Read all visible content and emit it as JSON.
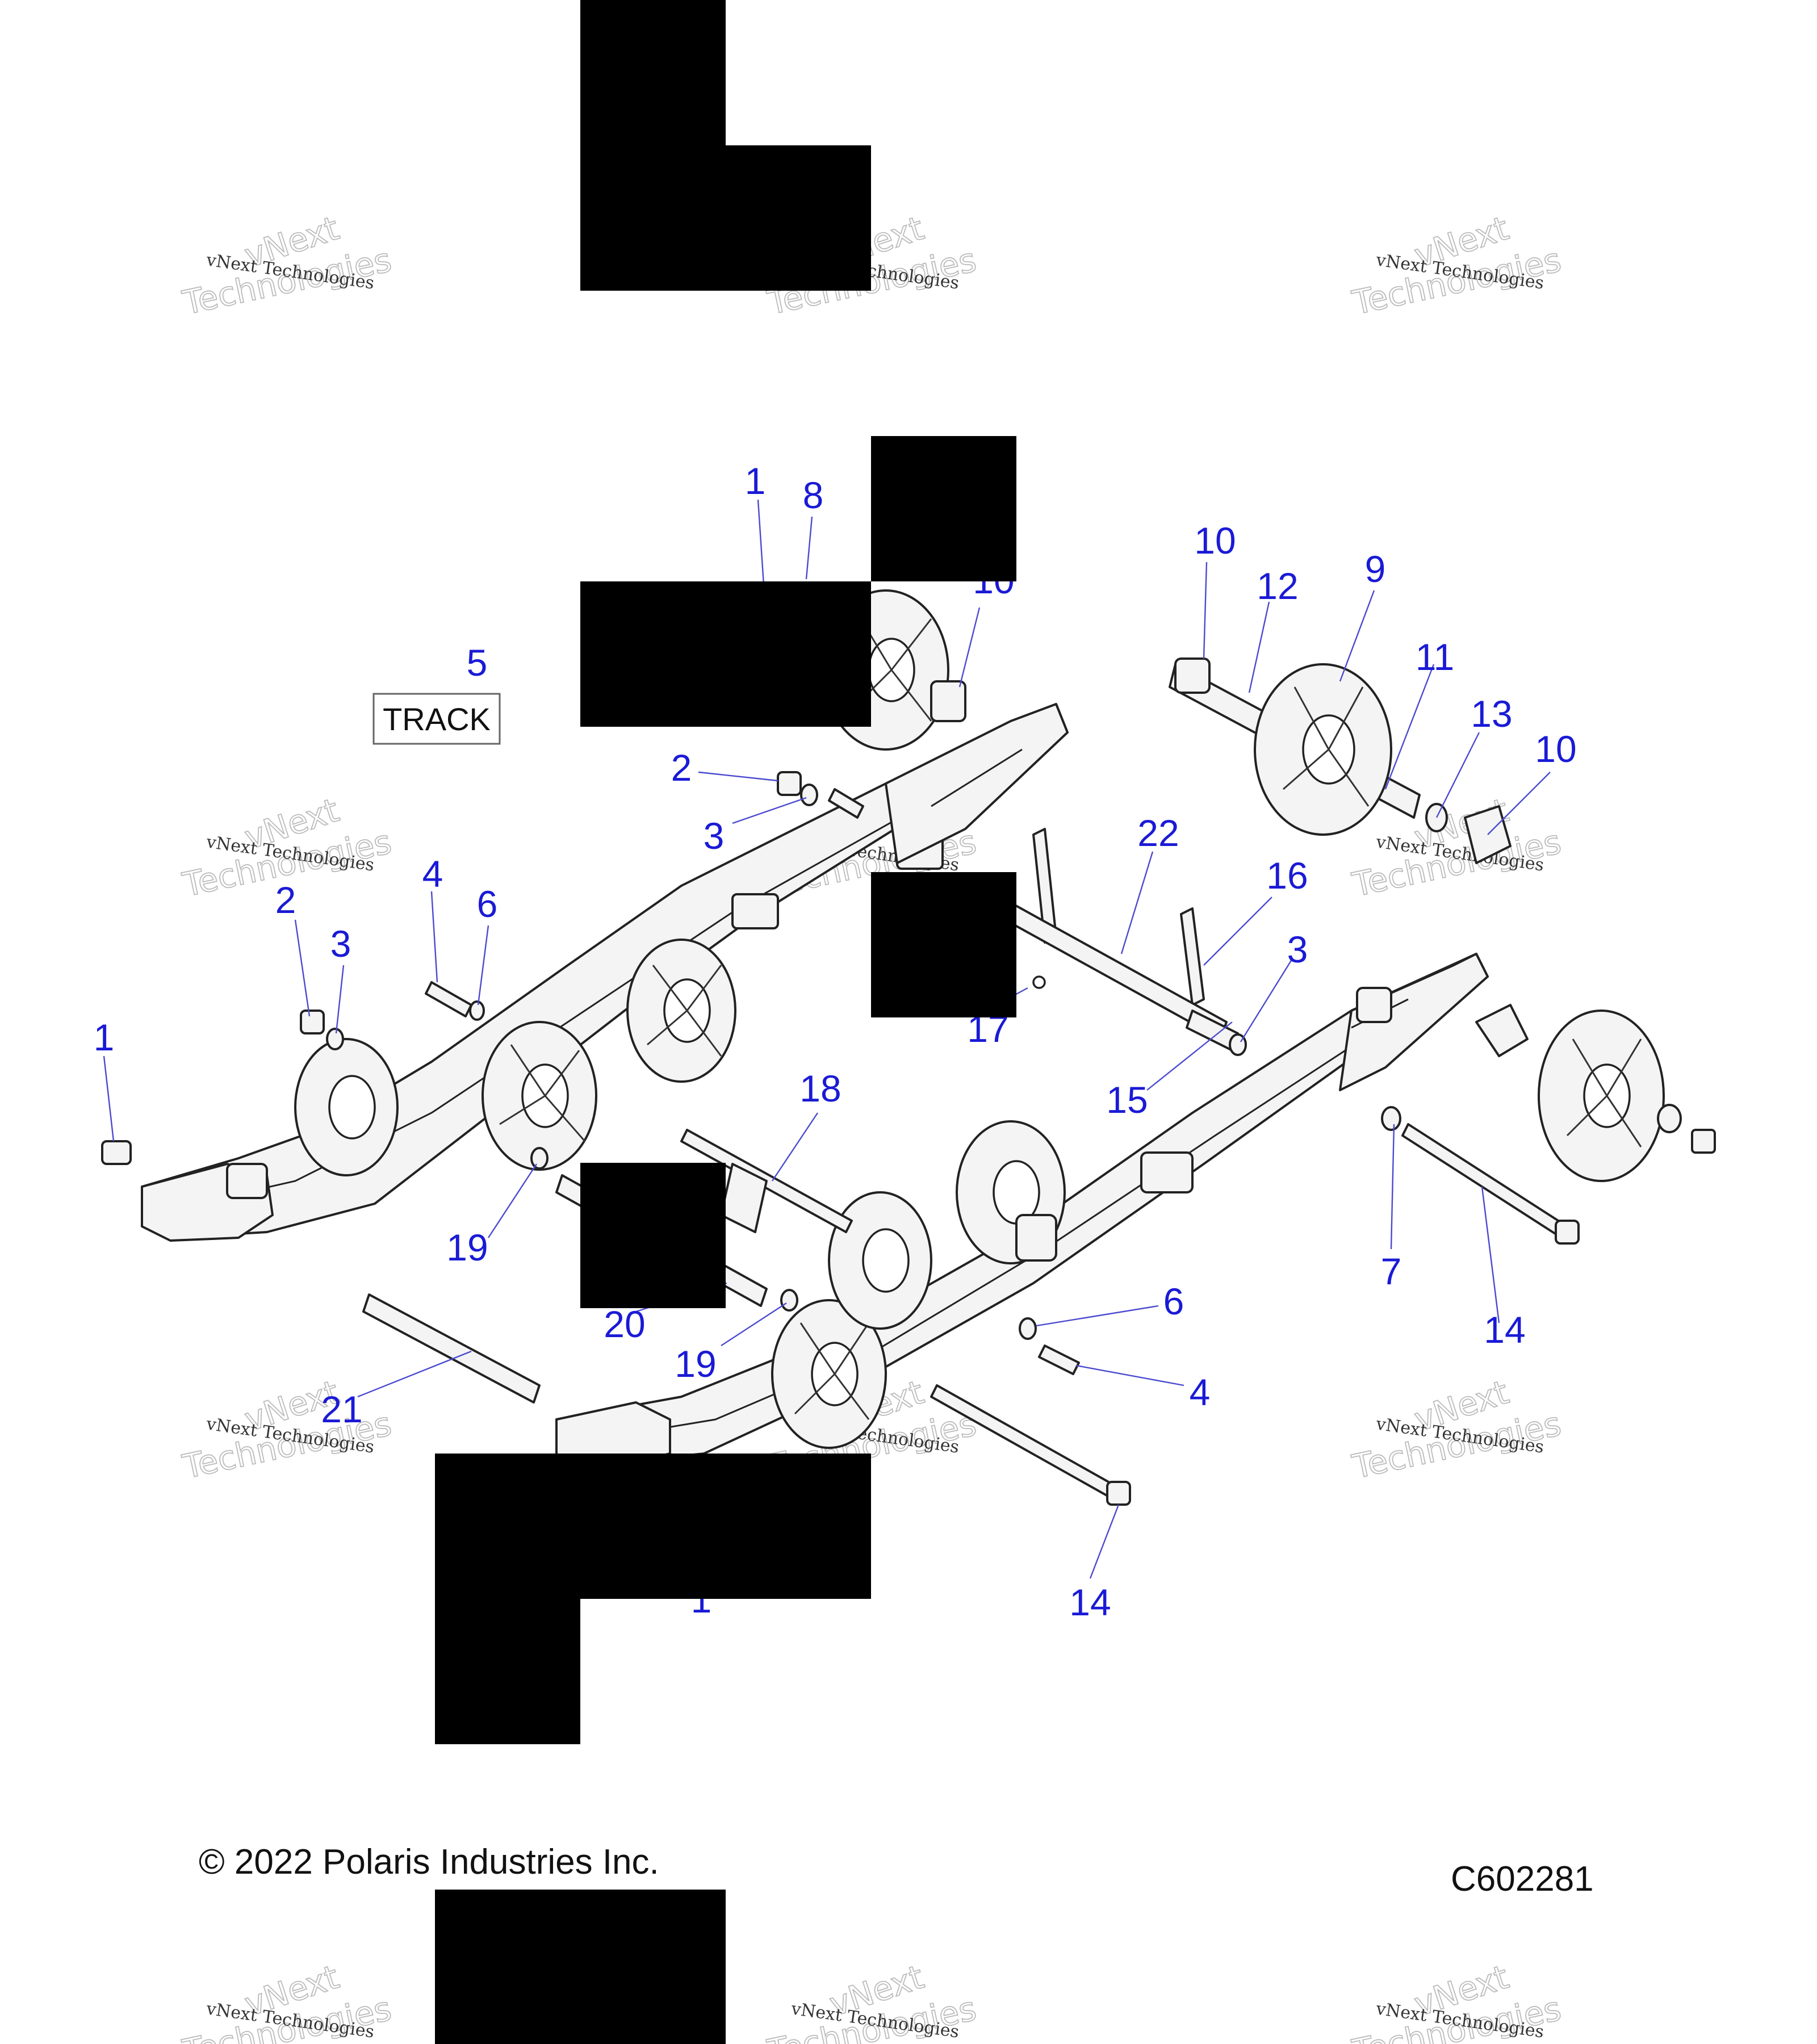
{
  "diagram": {
    "track_label": "TRACK",
    "copyright": "© 2022 Polaris Industries Inc.",
    "diagram_code": "C602281",
    "watermark": {
      "line1": "vNext Technologies",
      "line2": "vNext",
      "line3": "Technologies"
    },
    "callouts": [
      "1",
      "8",
      "10",
      "5",
      "2",
      "3",
      "12",
      "9",
      "11",
      "13",
      "10",
      "2",
      "3",
      "4",
      "6",
      "22",
      "16",
      "3",
      "1",
      "17",
      "15",
      "18",
      "19",
      "20",
      "19",
      "6",
      "7",
      "14",
      "21",
      "4",
      "14",
      "1"
    ]
  }
}
